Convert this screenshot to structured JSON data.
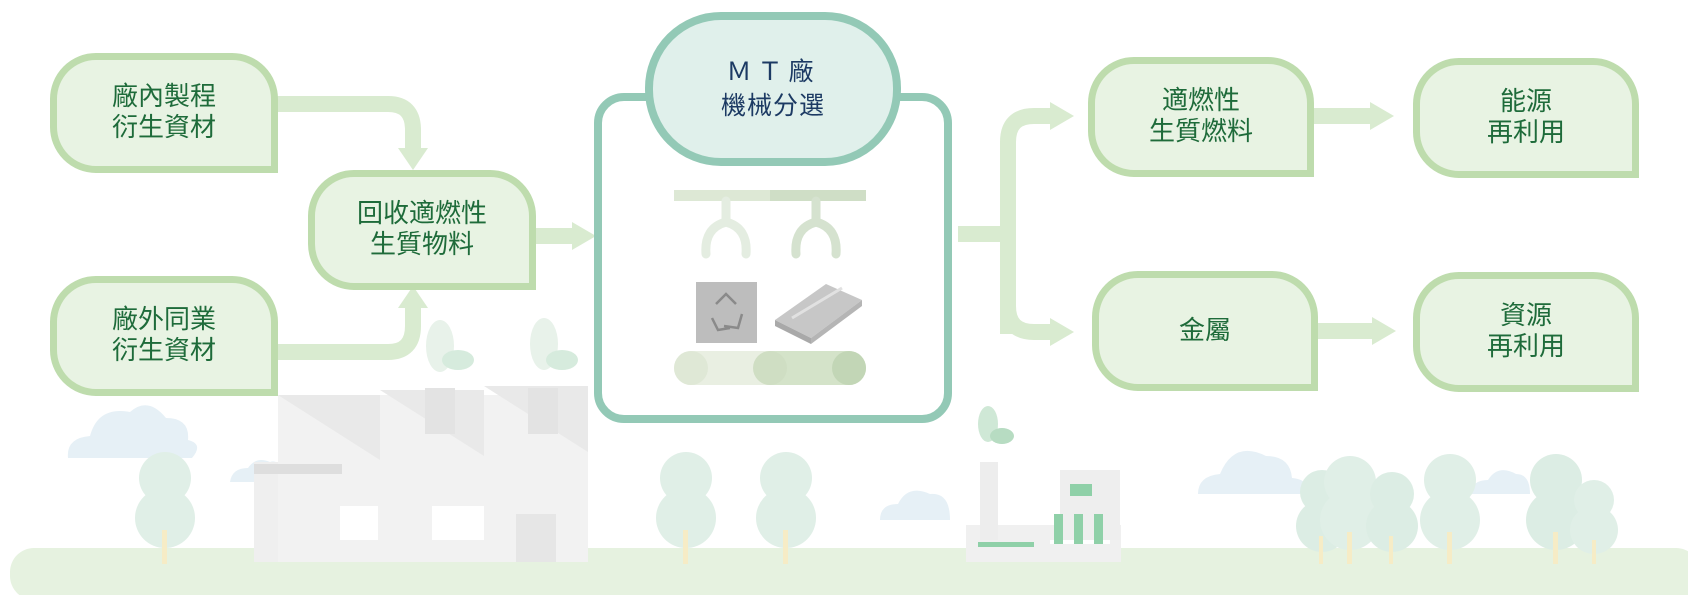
{
  "sources": {
    "internal": "廠內製程\n衍生資材",
    "external": "廠外同業\n衍生資材"
  },
  "collection": "回收適燃性\n生質物料",
  "facility": {
    "title": "ＭＴ廠",
    "subtitle": "機械分選"
  },
  "outputs": {
    "fuel": "適燃性\n生質燃料",
    "metal": "金屬"
  },
  "uses": {
    "energy": "能源\n再利用",
    "resource": "資源\n再利用"
  },
  "icons": {
    "grabbers": "robotic-claw-icon",
    "recycle": "recycle-bin-icon",
    "metal_plate": "metal-plate-icon",
    "conveyor": "conveyor-belt-icon",
    "factory": "factory-icon",
    "eco_plant": "eco-plant-icon",
    "tree": "tree-icon",
    "cloud": "cloud-icon",
    "sprout": "sprout-icon"
  },
  "colors": {
    "box_fill": "#e8f3e3",
    "box_border": "#bedcad",
    "box_text": "#1e6b3a",
    "facility_border": "#93c9b6",
    "facility_fill": "#e0f0eb",
    "facility_text": "#1c3a63",
    "arrow": "#d9ebd0",
    "ground": "#e6f2e0"
  }
}
